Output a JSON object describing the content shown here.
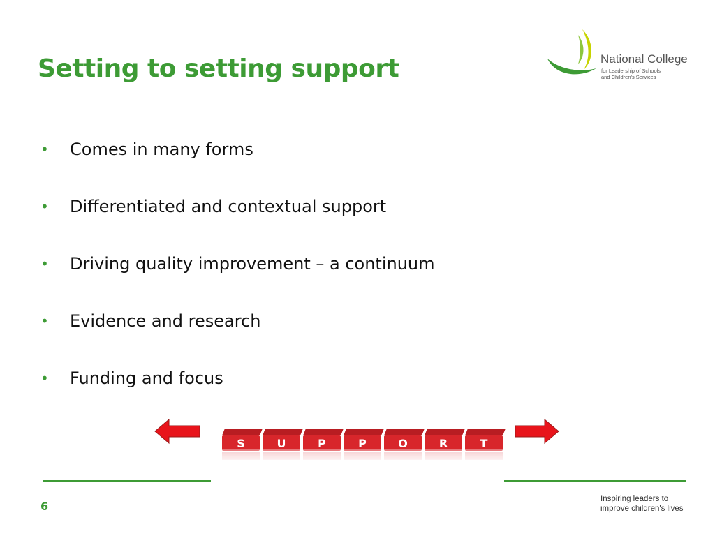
{
  "slide": {
    "title": "Setting to setting support",
    "number": "6"
  },
  "logo": {
    "name": "National College",
    "sub_line1": "for Leadership of Schools",
    "sub_line2": "and Children's Services"
  },
  "bullets": [
    "Comes in many forms",
    "Differentiated and contextual support",
    "Driving quality improvement – a continuum",
    "Evidence and research",
    "Funding and focus"
  ],
  "banner": {
    "letters": [
      "S",
      "U",
      "P",
      "P",
      "O",
      "R",
      "T"
    ],
    "left_arrow_icon": "arrow-left-icon",
    "right_arrow_icon": "arrow-right-icon"
  },
  "footer": {
    "tagline_line1": "Inspiring leaders to",
    "tagline_line2": "improve children's lives"
  },
  "colors": {
    "brand_green": "#3d9b35",
    "logo_yellow": "#c7d300",
    "block_red": "#d8262b",
    "arrow_red": "#e8141b"
  }
}
